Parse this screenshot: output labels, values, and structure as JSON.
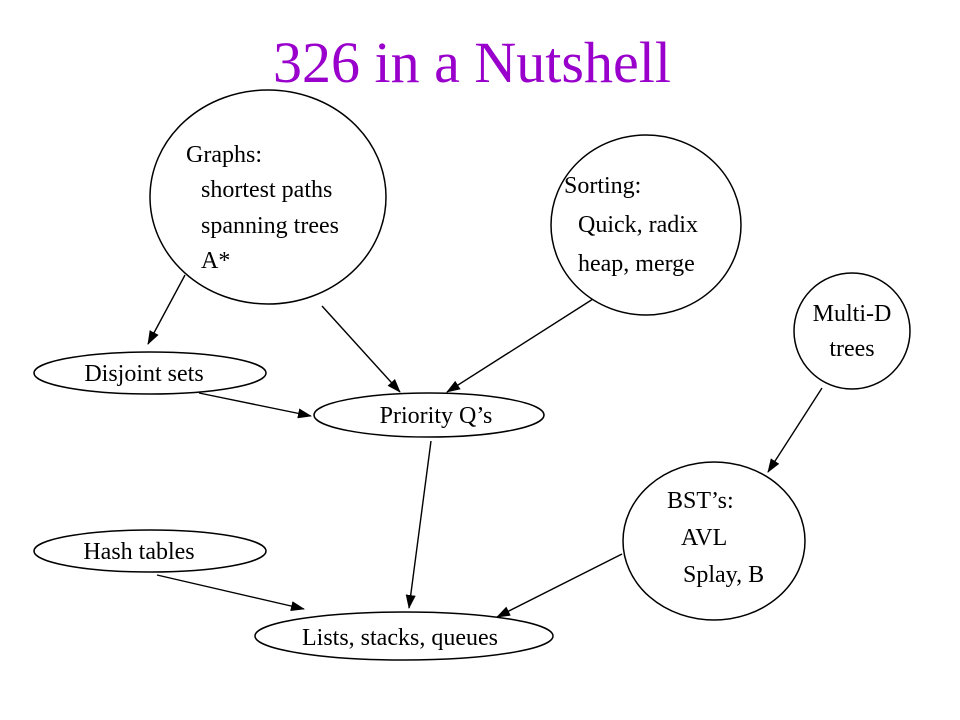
{
  "title": "326 in a Nutshell",
  "colors": {
    "title": "#9900cc",
    "ink": "#000000",
    "background": "#ffffff"
  },
  "nodes": {
    "graphs": {
      "lines": [
        "Graphs:",
        "shortest paths",
        "spanning trees",
        "A*"
      ]
    },
    "sorting": {
      "lines": [
        "Sorting:",
        "Quick, radix",
        "heap, merge"
      ]
    },
    "multid": {
      "lines": [
        "Multi-D",
        "trees"
      ]
    },
    "disjoint": {
      "lines": [
        "Disjoint sets"
      ]
    },
    "priority": {
      "lines": [
        "Priority Q’s"
      ]
    },
    "bst": {
      "lines": [
        "BST’s:",
        "AVL",
        "Splay, B"
      ]
    },
    "hash": {
      "lines": [
        "Hash tables"
      ]
    },
    "lists": {
      "lines": [
        "Lists, stacks, queues"
      ]
    }
  },
  "edges": [
    {
      "from": "graphs",
      "to": "disjoint"
    },
    {
      "from": "graphs",
      "to": "priority"
    },
    {
      "from": "sorting",
      "to": "priority"
    },
    {
      "from": "disjoint",
      "to": "priority"
    },
    {
      "from": "priority",
      "to": "lists"
    },
    {
      "from": "multid",
      "to": "bst"
    },
    {
      "from": "hash",
      "to": "lists"
    },
    {
      "from": "bst",
      "to": "lists"
    }
  ]
}
